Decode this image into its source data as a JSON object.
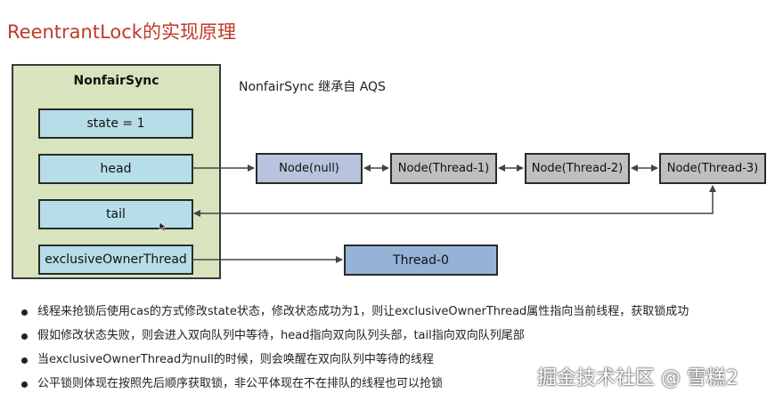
{
  "title": "ReentrantLock的实现原理",
  "sync": {
    "name": "NonfairSync",
    "fields": {
      "state": "state = 1",
      "head": "head",
      "tail": "tail",
      "owner": "exclusiveOwnerThread"
    }
  },
  "note": "NonfairSync 继承自 AQS",
  "nodes": [
    "Node(null)",
    "Node(Thread-1)",
    "Node(Thread-2)",
    "Node(Thread-3)"
  ],
  "owner_thread": "Thread-0",
  "bullets": [
    "线程来抢锁后使用cas的方式修改state状态，修改状态成功为1，则让exclusiveOwnerThread属性指向当前线程，获取锁成功",
    "假如修改状态失败，则会进入双向队列中等待，head指向双向队列头部，tail指向双向队列尾部",
    "当exclusiveOwnerThread为null的时候，则会唤醒在双向队列中等待的线程",
    "公平锁则体现在按照先后顺序获取锁，非公平体现在不在排队的线程也可以抢锁"
  ],
  "watermark": "掘金技术社区 @ 雪糕2",
  "colors": {
    "title": "#c0392b",
    "sync_bg": "#d7e4bd",
    "field_bg": "#b7dde8",
    "node_null_bg": "#b8c4de",
    "node_bg": "#bfbfbf",
    "thread0_bg": "#95b3d7"
  }
}
